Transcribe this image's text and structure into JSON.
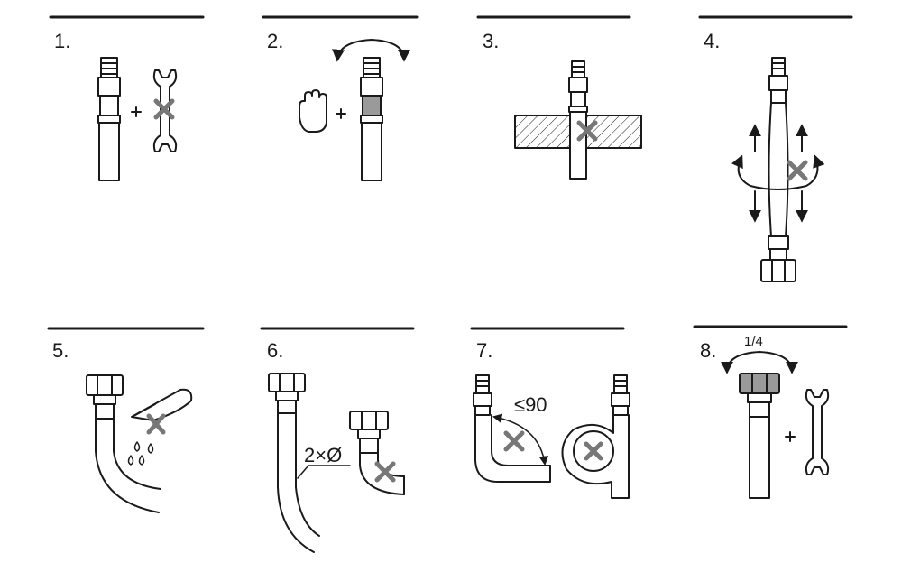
{
  "steps": [
    {
      "number": "1."
    },
    {
      "number": "2."
    },
    {
      "number": "3."
    },
    {
      "number": "4."
    },
    {
      "number": "5."
    },
    {
      "number": "6."
    },
    {
      "number": "7.",
      "angle_label": "≤90"
    },
    {
      "number": "8.",
      "turn_label": "1/4"
    }
  ],
  "step6_label": "2×Ø",
  "colors": {
    "line": "#1a1a1a",
    "cross": "#777777",
    "fill_grey": "#9a9a9a"
  }
}
